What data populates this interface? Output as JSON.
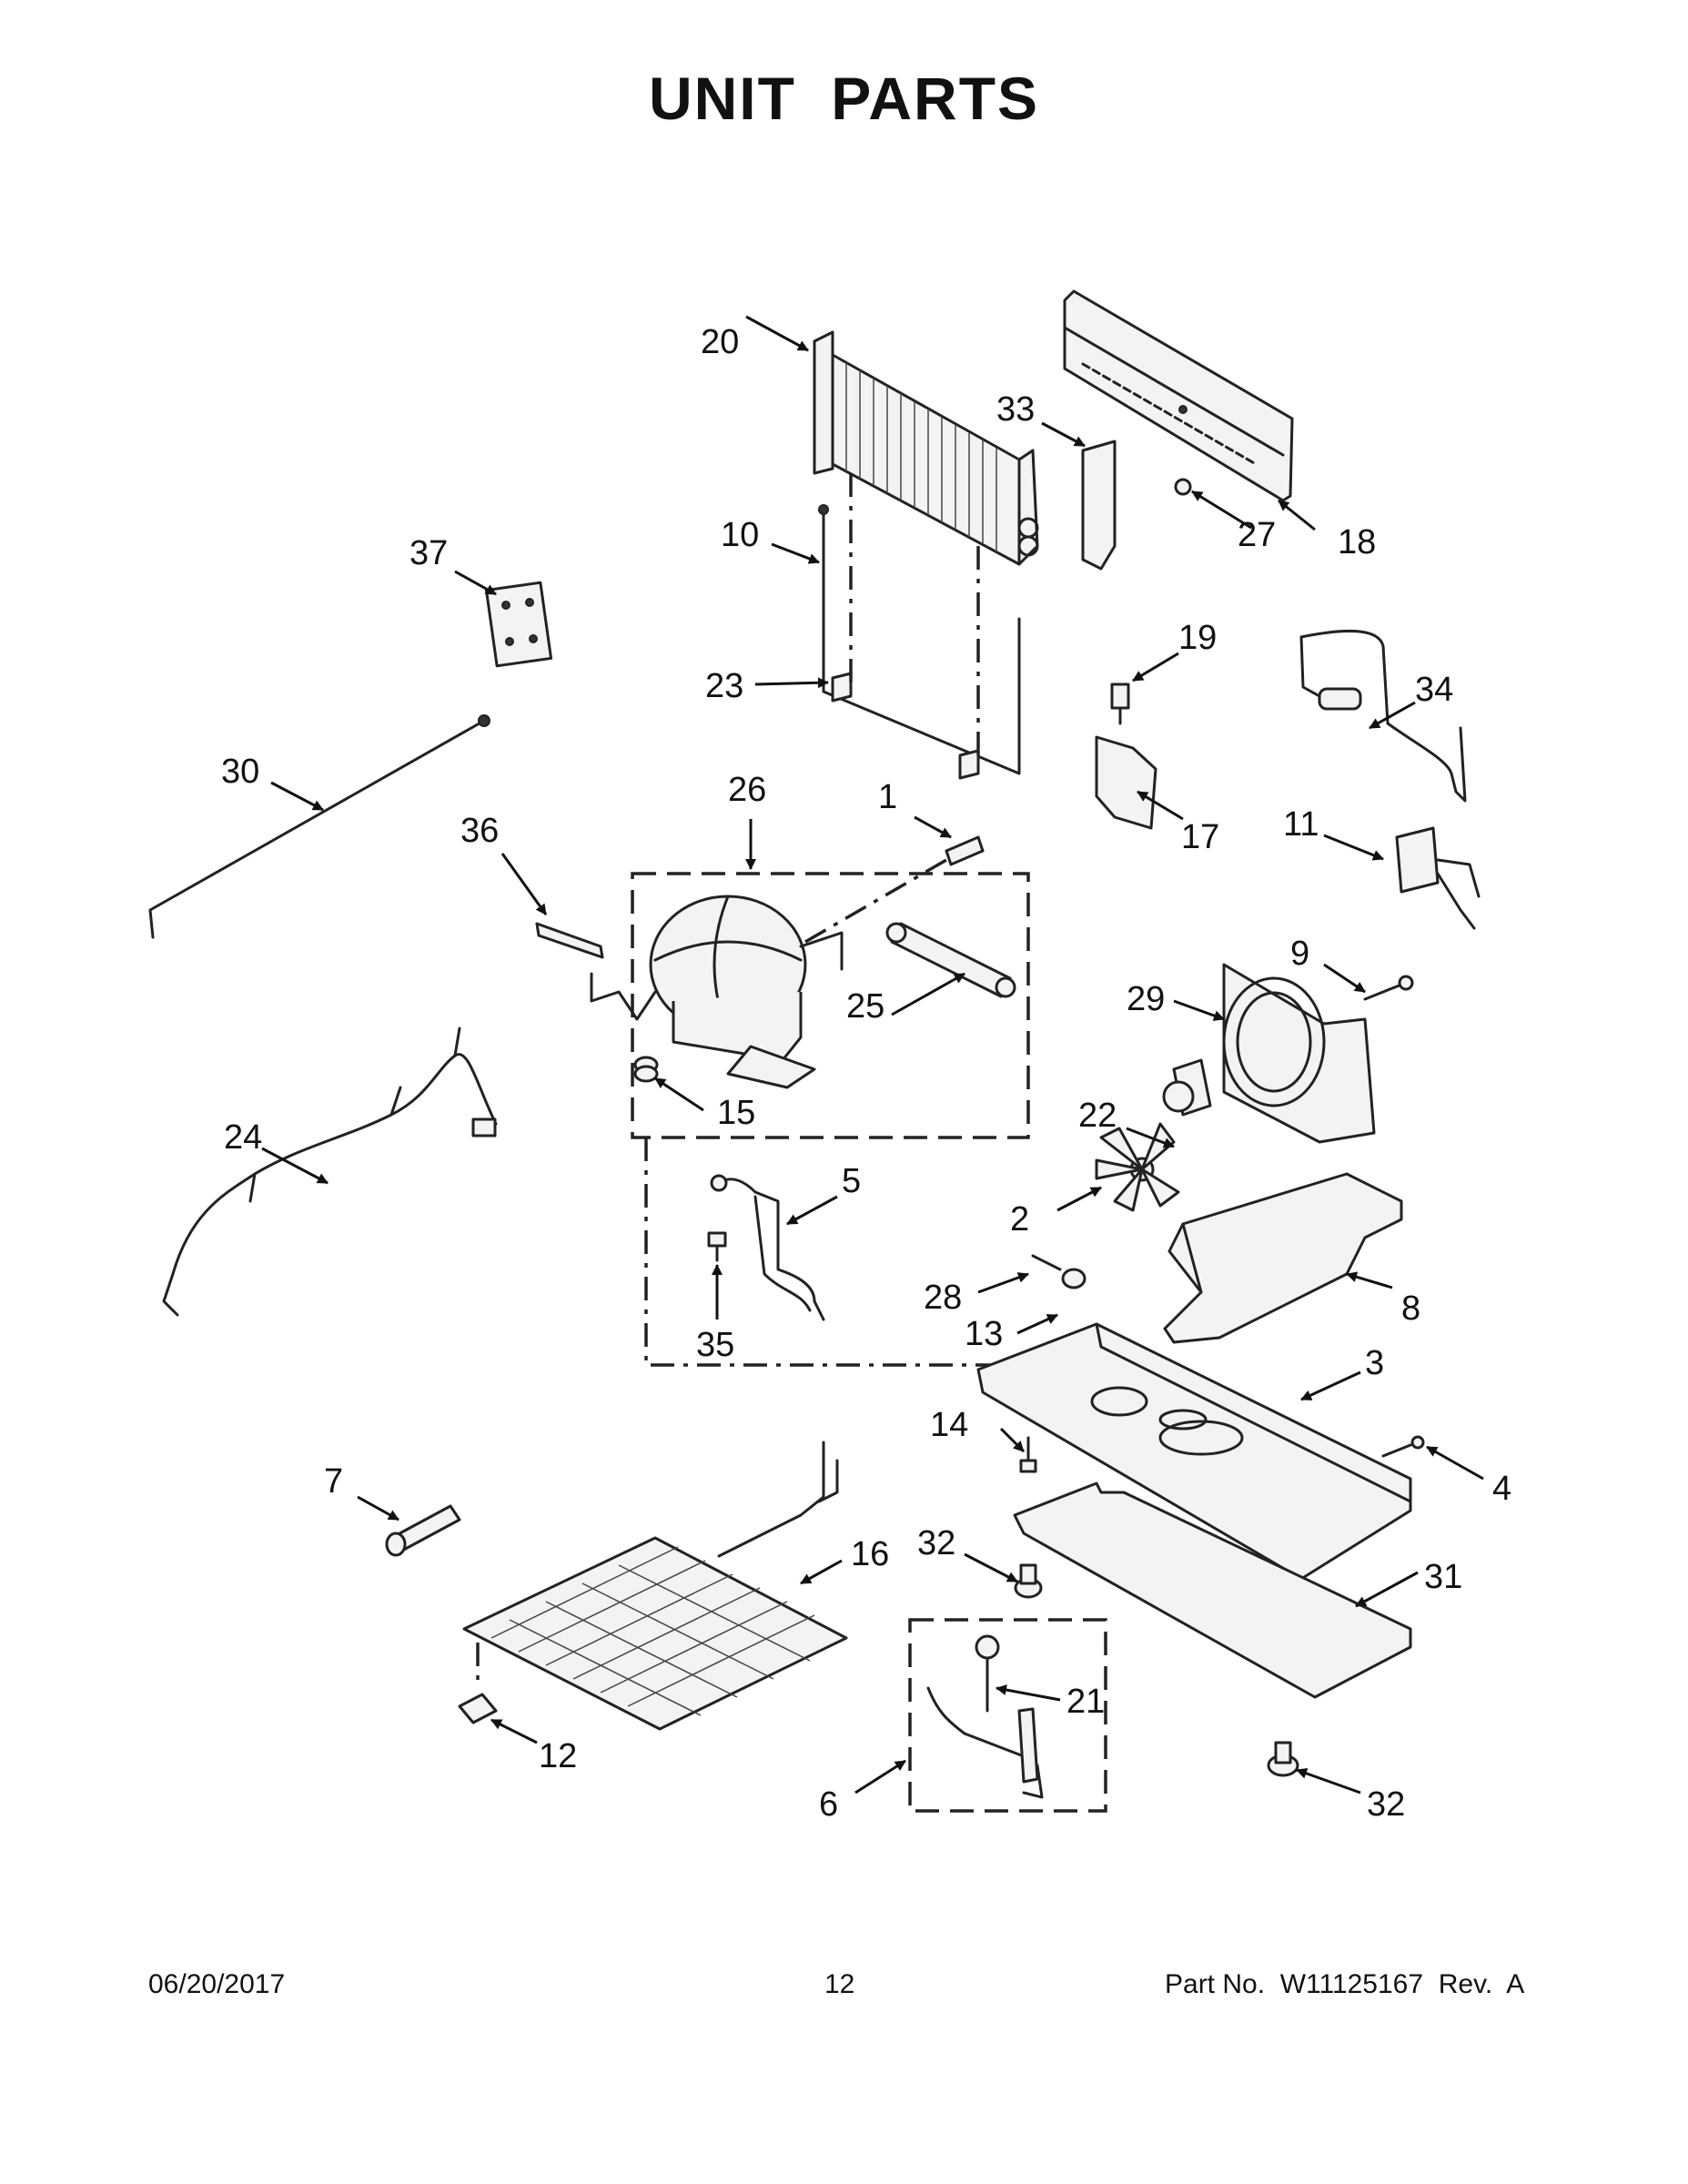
{
  "title": "UNIT PARTS",
  "callouts": [
    {
      "id": "c1",
      "label": "1"
    },
    {
      "id": "c2",
      "label": "2"
    },
    {
      "id": "c3",
      "label": "3"
    },
    {
      "id": "c4",
      "label": "4"
    },
    {
      "id": "c5",
      "label": "5"
    },
    {
      "id": "c6",
      "label": "6"
    },
    {
      "id": "c7",
      "label": "7"
    },
    {
      "id": "c8",
      "label": "8"
    },
    {
      "id": "c9",
      "label": "9"
    },
    {
      "id": "c10",
      "label": "10"
    },
    {
      "id": "c11",
      "label": "11"
    },
    {
      "id": "c12",
      "label": "12"
    },
    {
      "id": "c13",
      "label": "13"
    },
    {
      "id": "c14",
      "label": "14"
    },
    {
      "id": "c15",
      "label": "15"
    },
    {
      "id": "c16",
      "label": "16"
    },
    {
      "id": "c17",
      "label": "17"
    },
    {
      "id": "c18",
      "label": "18"
    },
    {
      "id": "c19",
      "label": "19"
    },
    {
      "id": "c20",
      "label": "20"
    },
    {
      "id": "c21",
      "label": "21"
    },
    {
      "id": "c22",
      "label": "22"
    },
    {
      "id": "c23",
      "label": "23"
    },
    {
      "id": "c24",
      "label": "24"
    },
    {
      "id": "c25",
      "label": "25"
    },
    {
      "id": "c26",
      "label": "26"
    },
    {
      "id": "c27",
      "label": "27"
    },
    {
      "id": "c28",
      "label": "28"
    },
    {
      "id": "c29",
      "label": "29"
    },
    {
      "id": "c30",
      "label": "30"
    },
    {
      "id": "c31",
      "label": "31"
    },
    {
      "id": "c32a",
      "label": "32"
    },
    {
      "id": "c32b",
      "label": "32"
    },
    {
      "id": "c33",
      "label": "33"
    },
    {
      "id": "c34",
      "label": "34"
    },
    {
      "id": "c35",
      "label": "35"
    },
    {
      "id": "c36",
      "label": "36"
    },
    {
      "id": "c37",
      "label": "37"
    }
  ],
  "footer": {
    "date": "06/20/2017",
    "page": "12",
    "part_no": "Part No.  W11125167  Rev.  A"
  }
}
